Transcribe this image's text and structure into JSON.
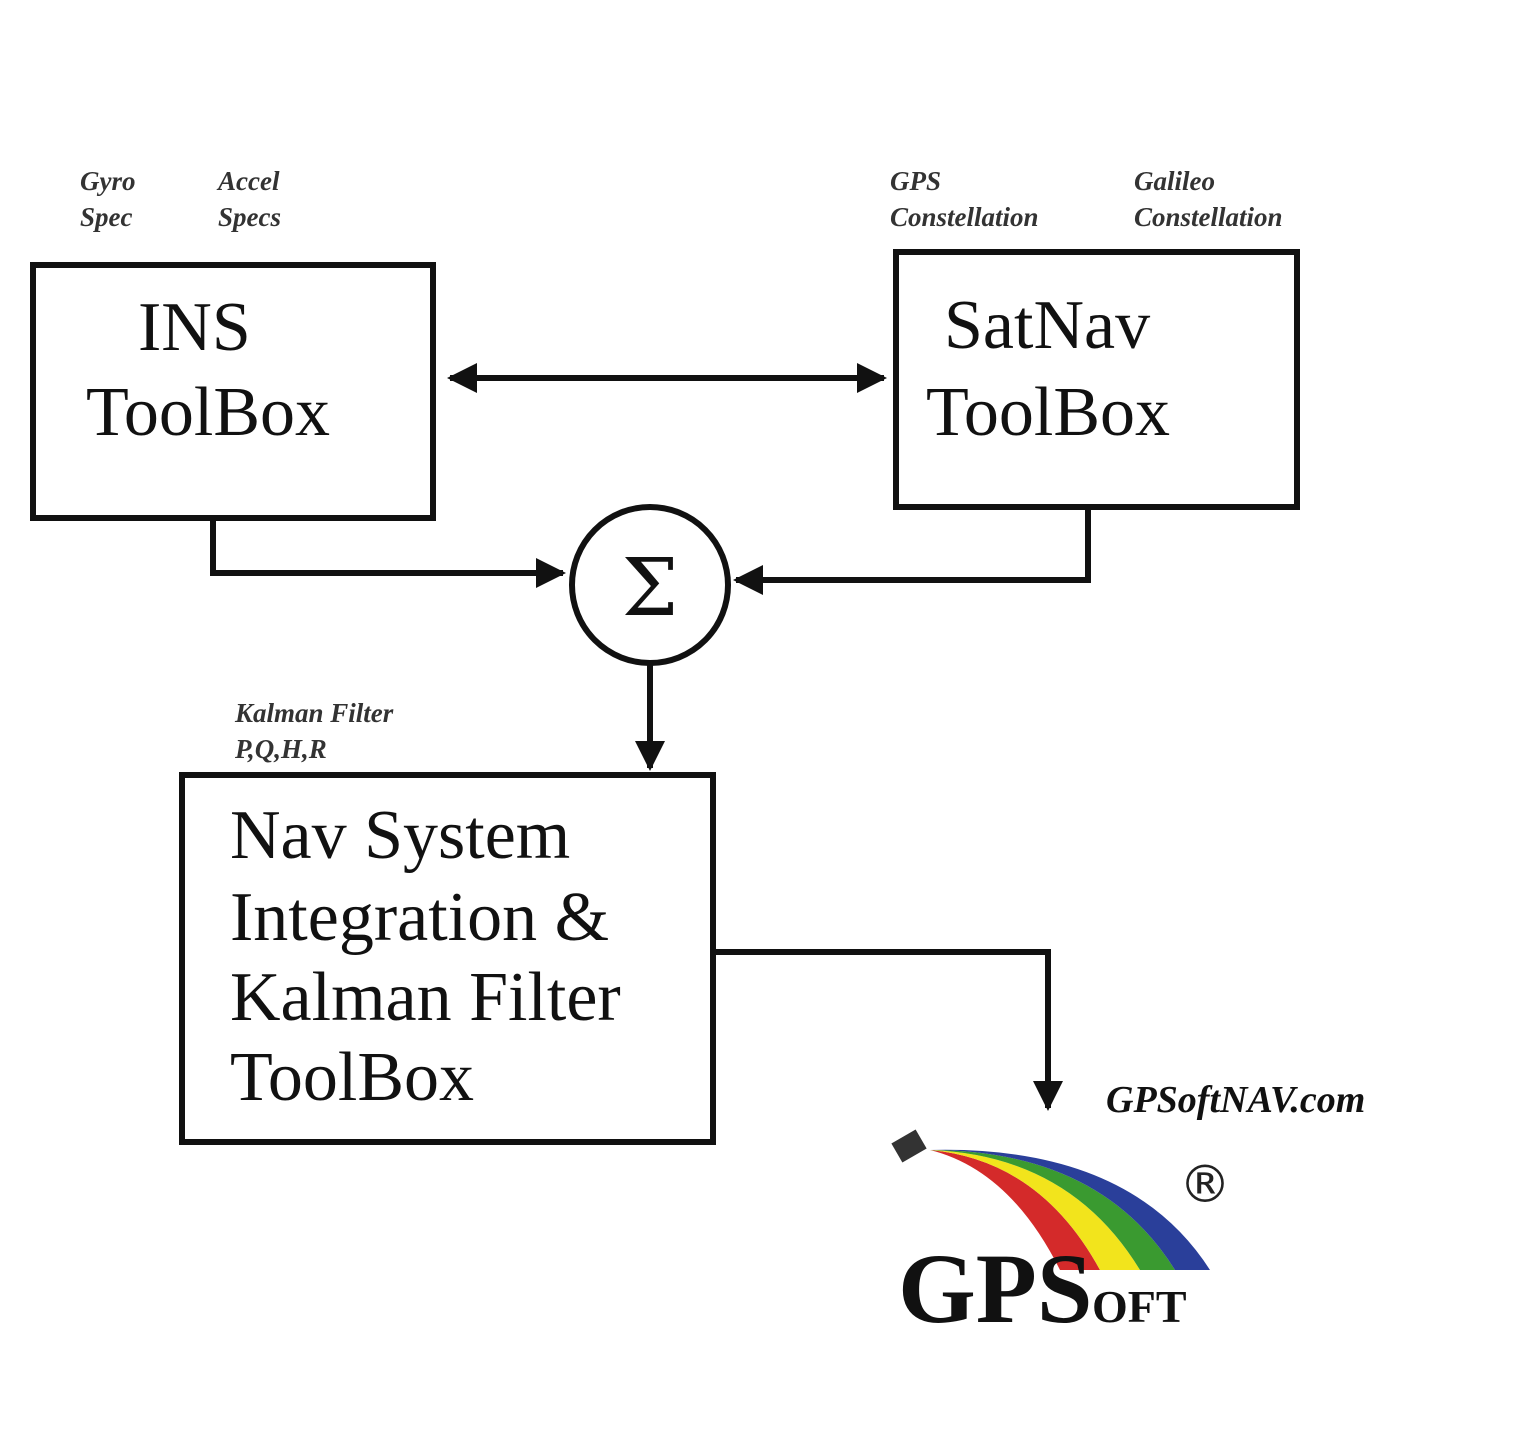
{
  "ins": {
    "title_line1": "INS",
    "title_line2": "ToolBox",
    "labels": [
      "Gyro",
      "Spec",
      "Accel",
      "Specs"
    ]
  },
  "satnav": {
    "title_line1": "SatNav",
    "title_line2": "ToolBox",
    "labels": [
      "GPS",
      "Constellation",
      "Galileo",
      "Constellation"
    ]
  },
  "summer": {
    "symbol": "Σ"
  },
  "nav": {
    "lines": [
      "Nav System",
      "Integration &",
      "Kalman Filter",
      "ToolBox"
    ],
    "labels": [
      "Kalman Filter",
      "P,Q,H,R"
    ]
  },
  "footer": {
    "url": "GPSoftNAV.com",
    "logo_main": "GPS",
    "logo_small": "OFT",
    "registered": "®"
  },
  "colors": {
    "rainbow": [
      "#d42a2a",
      "#f2e41c",
      "#3a9a30",
      "#2a3f9a"
    ]
  }
}
